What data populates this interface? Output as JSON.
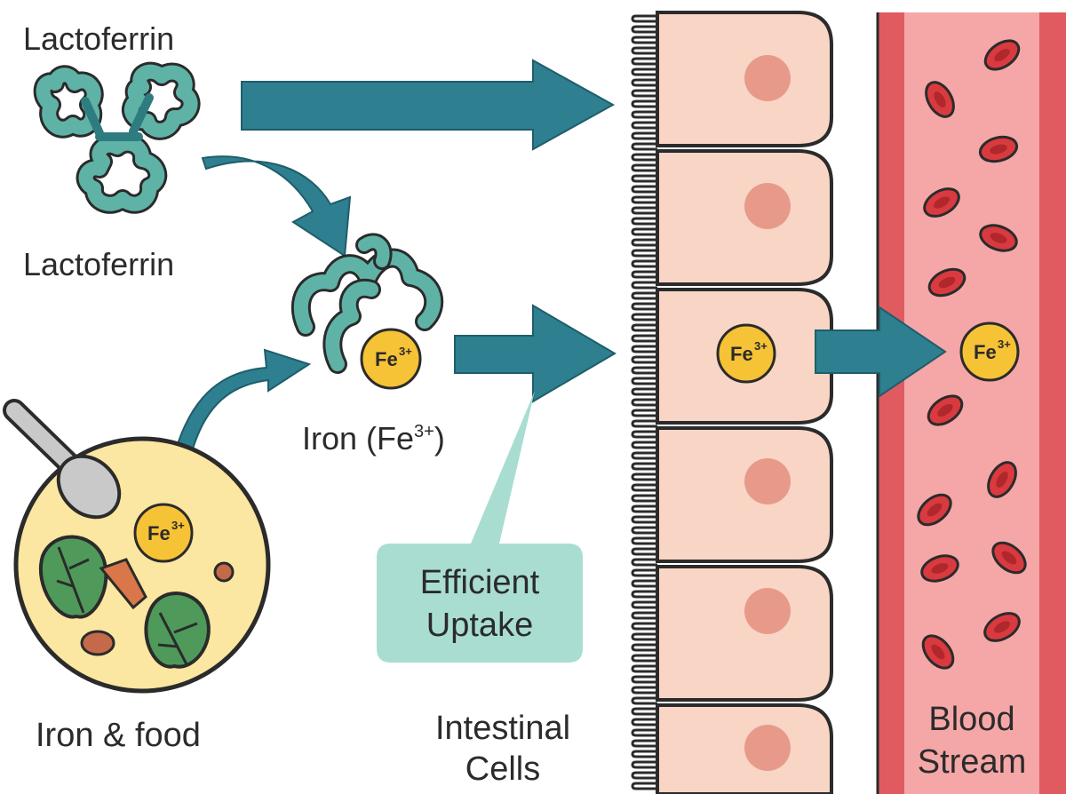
{
  "labels": {
    "lactoferrin_top": "Lactoferrin",
    "lactoferrin_bottom": "Lactoferrin",
    "iron_fe": "Iron (Fe",
    "iron_fe_sup": "3+",
    "iron_fe_close": ")",
    "iron_food": "Iron & food",
    "efficient_line1": "Efficient",
    "efficient_line2": "Uptake",
    "intestinal_line1": "Intestinal",
    "intestinal_line2": "Cells",
    "blood_line1": "Blood",
    "blood_line2": "Stream"
  },
  "iron_badge": {
    "symbol": "Fe",
    "charge": "3+"
  },
  "colors": {
    "arrow": "#2e7f90",
    "lactoferrin": "#5fb3a6",
    "lactoferrin_dark": "#2f7c80",
    "iron_badge": "#f6c236",
    "cell_fill": "#f9d5c6",
    "nucleus": "#e89a8a",
    "blood_bg": "#f5a6a6",
    "blood_wall": "#e05b5f",
    "rbc": "#d93a3f",
    "food_bowl": "#fbe7a1",
    "leaf": "#4f9a5a",
    "callout": "#a9ddd2"
  }
}
